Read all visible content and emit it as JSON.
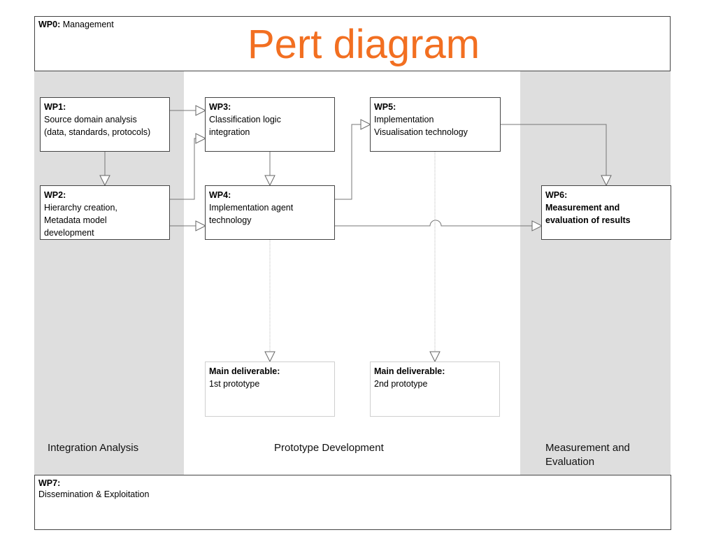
{
  "title": "Pert diagram",
  "wp0": {
    "id": "WP0:",
    "line1": "Management"
  },
  "wp1": {
    "id": "WP1:",
    "line1": "Source domain analysis",
    "line2": "(data, standards, protocols)"
  },
  "wp2": {
    "id": "WP2:",
    "line1": "Hierarchy creation,",
    "line2": "Metadata model",
    "line3": "development"
  },
  "wp3": {
    "id": "WP3:",
    "line1": "Classification logic",
    "line2": "integration"
  },
  "wp4": {
    "id": "WP4:",
    "line1": "Implementation agent",
    "line2": "technology"
  },
  "wp5": {
    "id": "WP5:",
    "line1": "Implementation",
    "line2": "Visualisation technology"
  },
  "wp6": {
    "id": "WP6:",
    "line1": "Measurement and",
    "line2": "evaluation of results"
  },
  "wp7": {
    "id": "WP7:",
    "line1": "Dissemination & Exploitation"
  },
  "deliverable1": {
    "heading": "Main deliverable:",
    "line1": "1st prototype"
  },
  "deliverable2": {
    "heading": "Main deliverable:",
    "line1": "2nd prototype"
  },
  "zones": {
    "integration": "Integration Analysis",
    "prototype": "Prototype Development",
    "measurement_line1": "Measurement and",
    "measurement_line2": "Evaluation"
  },
  "colors": {
    "title": "#f26f21",
    "band": "#dedede"
  }
}
